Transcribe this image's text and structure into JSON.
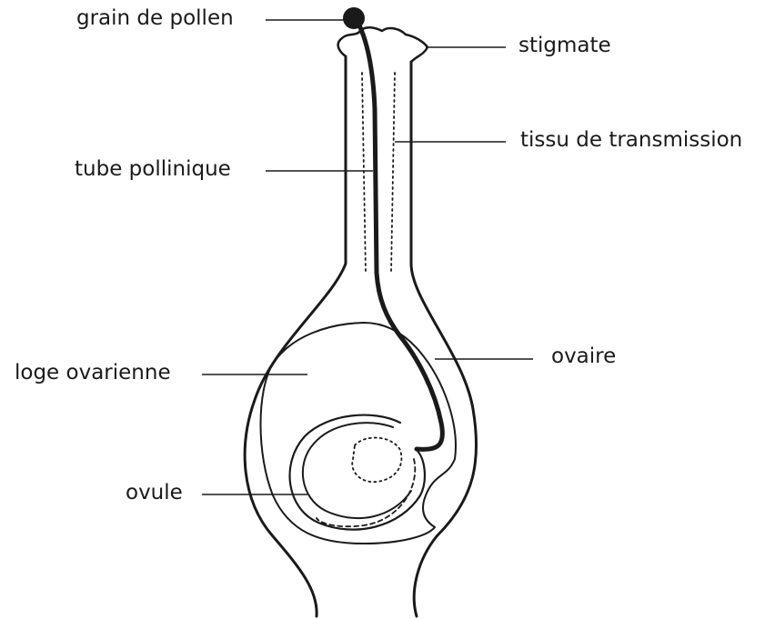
{
  "labels": {
    "grain": "grain de pollen",
    "stigmate": "stigmate",
    "tissu": "tissu de transmission",
    "tube": "tube pollinique",
    "ovaire": "ovaire",
    "loge": "loge ovarienne",
    "ovule": "ovule"
  },
  "colors": {
    "ink": "#1a1a1a",
    "background": "#ffffff"
  }
}
